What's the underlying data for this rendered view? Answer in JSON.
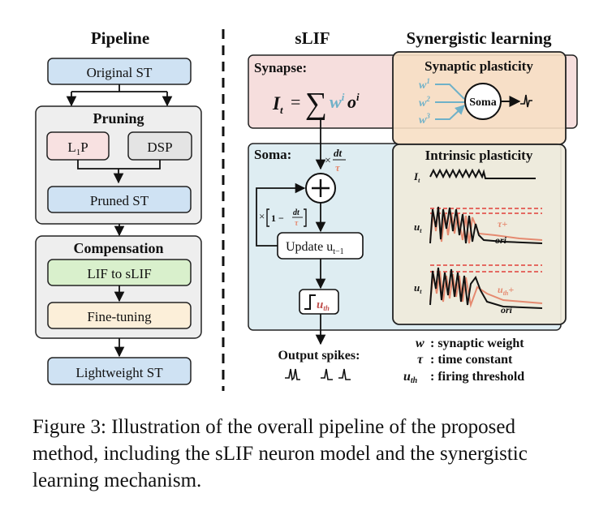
{
  "pipeline": {
    "title": "Pipeline",
    "original": "Original ST",
    "pruning_title": "Pruning",
    "l1p_main": "L",
    "l1p_sub": "1",
    "l1p_tail": "P",
    "dsp": "DSP",
    "pruned": "Pruned ST",
    "compensation_title": "Compensation",
    "lif_to_slif": "LIF to sLIF",
    "fine_tuning": "Fine-tuning",
    "lightweight": "Lightweight ST"
  },
  "slif": {
    "title": "sLIF",
    "synapse_label": "Synapse:",
    "eq_lhs": "I",
    "eq_lhs_sub": "t",
    "eq_eq": "=",
    "eq_sum": "∑",
    "eq_w": "w",
    "eq_w_sup": "i",
    "eq_o": "o",
    "eq_o_sup": "i",
    "soma_label": "Soma:",
    "times": "×",
    "dt": "dt",
    "tau": "τ",
    "decay_one": "1 −",
    "update_text": "Update u",
    "update_sub": "t−1",
    "threshold": "u",
    "threshold_sub": "th",
    "output_label": "Output spikes:"
  },
  "synergistic": {
    "title": "Synergistic learning",
    "synaptic_title": "Synaptic plasticity",
    "w1": "w",
    "w1_sup": "1",
    "w2": "w",
    "w2_sup": "2",
    "w3": "w",
    "w3_sup": "3",
    "soma_node": "Soma",
    "intrinsic_title": "Intrinsic plasticity",
    "it_label": "I",
    "it_sub": "t",
    "ut_label": "u",
    "ut_sub": "t",
    "ut2_label": "u",
    "ut2_sub": "t",
    "tau_plus": "τ+",
    "ori1": "ori",
    "uth_plus": "u",
    "uth_plus_sub": "th",
    "uth_plus_tail": "+",
    "ori2": "ori"
  },
  "legend": {
    "w_sym": "w",
    "w_text": ": synaptic weight",
    "tau_sym": "τ",
    "tau_text": ": time constant",
    "uth_sym": "u",
    "uth_sub": "th",
    "uth_text": ": firing threshold"
  },
  "caption": "Figure 3: Illustration of the overall pipeline of the proposed method, including the sLIF neuron model and the synergistic learning mechanism.",
  "colors": {
    "blue_box": "#cfe2f3",
    "gray_group": "#eeeeee",
    "pink_box": "#f8e1e1",
    "green_box": "#d9f0cc",
    "cream_box": "#fcefd9",
    "synapse_bg": "#f6dedd",
    "soma_bg": "#deedf2",
    "synaptic_plasticity_bg": "#f7dfc4",
    "intrinsic_plasticity_bg": "#efeadb",
    "teal": "#6fb1c8",
    "red": "#e0403a",
    "salmon": "#e58a70",
    "orange_outline": "#e6a03c"
  }
}
